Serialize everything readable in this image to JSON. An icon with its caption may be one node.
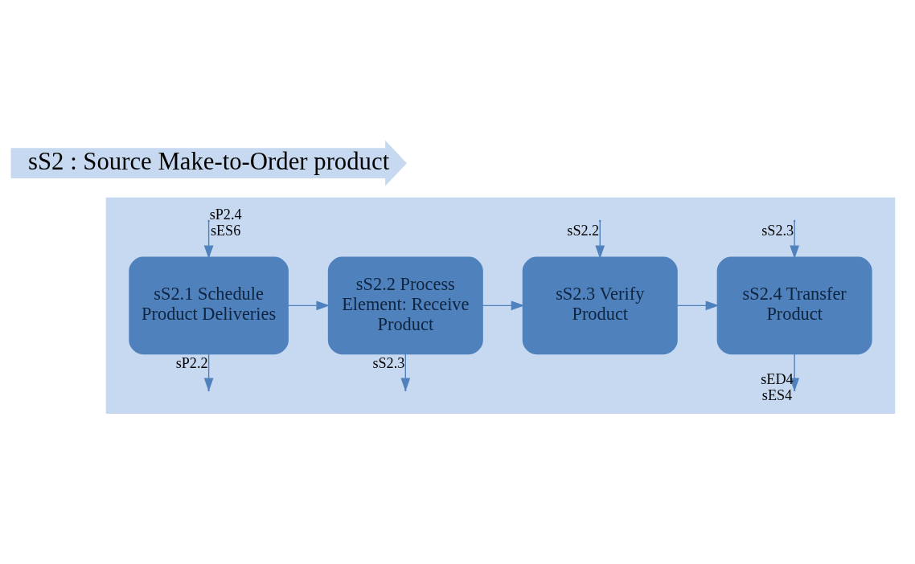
{
  "diagram": {
    "nodes": [
      {
        "text": [
          "sS2 : Source Make-to-Order product"
        ]
      },
      {
        "text": [],
        "shape": "arrow"
      },
      {
        "text": [
          "sS2.1 Schedule Product Deliveries"
        ],
        "in": 1
      },
      {
        "text": [
          "sS2.2 Process Element: Receive Product"
        ],
        "in": 1
      },
      {
        "text": [
          "sS2.3 Verify Product"
        ],
        "in": 1
      },
      {
        "text": [
          "sS2.4 Transfer Product"
        ],
        "in": 1
      }
    ],
    "edges": [
      {
        "from": 2,
        "to": 3,
        "arrow": "to"
      },
      {
        "from": 3,
        "to": 4,
        "arrow": "to"
      },
      {
        "from": 4,
        "to": 5,
        "arrow": "to"
      },
      {
        "from": null,
        "to": 2,
        "arrow": "to",
        "label": "sP2.4 sES6"
      },
      {
        "from": 2,
        "to": null,
        "arrow": "to",
        "label": "sP2.2"
      },
      {
        "from": 3,
        "to": null,
        "arrow": "to",
        "label": "sS2.3"
      },
      {
        "from": null,
        "to": 4,
        "arrow": "to",
        "label": "sS2.2"
      },
      {
        "from": null,
        "to": 5,
        "arrow": "to",
        "label": "sS2.3"
      },
      {
        "from": 5,
        "to": null,
        "arrow": "to",
        "label": "sED4 sES4"
      }
    ]
  }
}
